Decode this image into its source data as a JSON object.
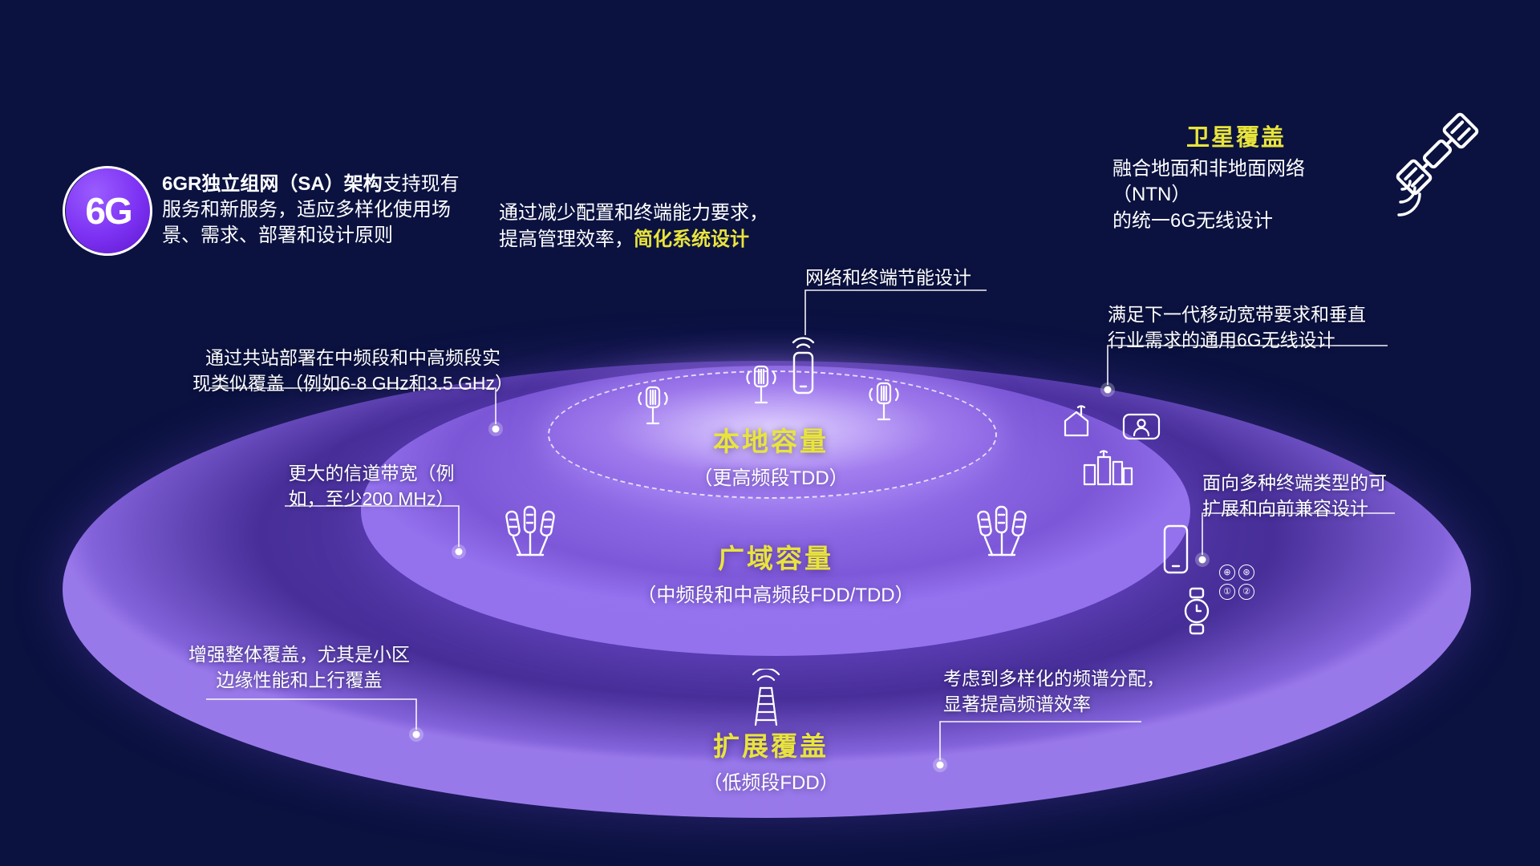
{
  "colors": {
    "background": "#0b1240",
    "accent_yellow": "#e9e43c",
    "ring_purple": "#7c55da",
    "text_white": "#ffffff"
  },
  "logo": {
    "label": "6G"
  },
  "intro": {
    "bold": "6GR独立组网（SA）架构",
    "rest": "支持现有服务和新服务，适应多样化使用场景、需求、部署和设计原则"
  },
  "simplify": {
    "plain": "通过减少配置和终端能力要求，\n提高管理效率，",
    "highlight": "简化系统设计"
  },
  "satellite": {
    "title": "卫星覆盖",
    "desc": "融合地面和非地面网络（NTN）\n的统一6G无线设计"
  },
  "rings": {
    "local": {
      "title": "本地容量",
      "subtitle": "（更高频段TDD）"
    },
    "wide": {
      "title": "广域容量",
      "subtitle": "（中频段和中高频段FDD/TDD）"
    },
    "extended": {
      "title": "扩展覆盖",
      "subtitle": "（低频段FDD）"
    }
  },
  "callouts": {
    "energy": {
      "text": "网络和终端节能设计"
    },
    "universal": {
      "text": "满足下一代移动宽带要求和垂直\n行业需求的通用6G无线设计"
    },
    "cosite": {
      "text": "通过共站部署在中频段和中高频段实\n现类似覆盖（例如6-8 GHz和3.5 GHz）"
    },
    "bandwidth": {
      "text": "更大的信道带宽（例\n如，至少200 MHz）"
    },
    "scalable": {
      "text": "面向多种终端类型的可\n扩展和向前兼容设计"
    },
    "coverage": {
      "text": "增强整体覆盖，尤其是小区\n边缘性能和上行覆盖"
    },
    "spectrum": {
      "text": "考虑到多样化的频谱分配，\n显著提高频谱效率"
    }
  },
  "icons": {
    "badge1": "⊕",
    "badge2": "⊛",
    "badge3": "①",
    "badge4": "②"
  }
}
